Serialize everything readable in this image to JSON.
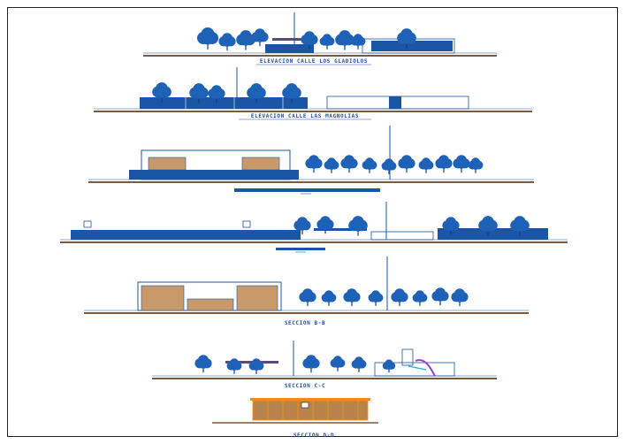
{
  "colors": {
    "tree": "#1e62b8",
    "tree_dark": "#0f3e86",
    "wall": "#1a55a6",
    "ground": "#7a5a3a",
    "caption": "#1f4fa8",
    "hatch": "#8a5a32",
    "orange": "#f08a1c",
    "purple": "#9b3bd0",
    "cyan": "#21b0c9"
  },
  "drawings": [
    {
      "id": "elev-gladiolos",
      "caption": "ELEVACION CALLE LOS GLADIOLOS"
    },
    {
      "id": "elev-magnolias",
      "caption": "ELEVACION CALLE LAS MAGNOLIAS"
    },
    {
      "id": "section-a",
      "caption": ""
    },
    {
      "id": "section-a2",
      "caption": ""
    },
    {
      "id": "section-b",
      "caption": "SECCION B-B"
    },
    {
      "id": "section-c",
      "caption": "SECCION C-C"
    },
    {
      "id": "section-d",
      "caption": "SECCION D-D"
    }
  ]
}
